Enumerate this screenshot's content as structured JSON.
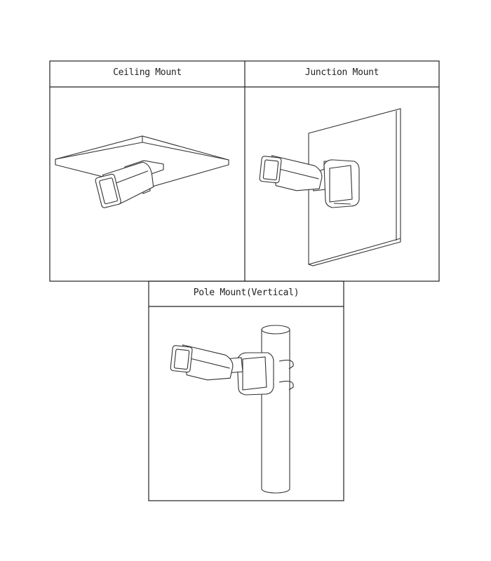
{
  "panels": [
    {
      "title": "Ceiling Mount"
    },
    {
      "title": "Junction Mount"
    },
    {
      "title": "Pole Mount(Vertical)"
    }
  ]
}
